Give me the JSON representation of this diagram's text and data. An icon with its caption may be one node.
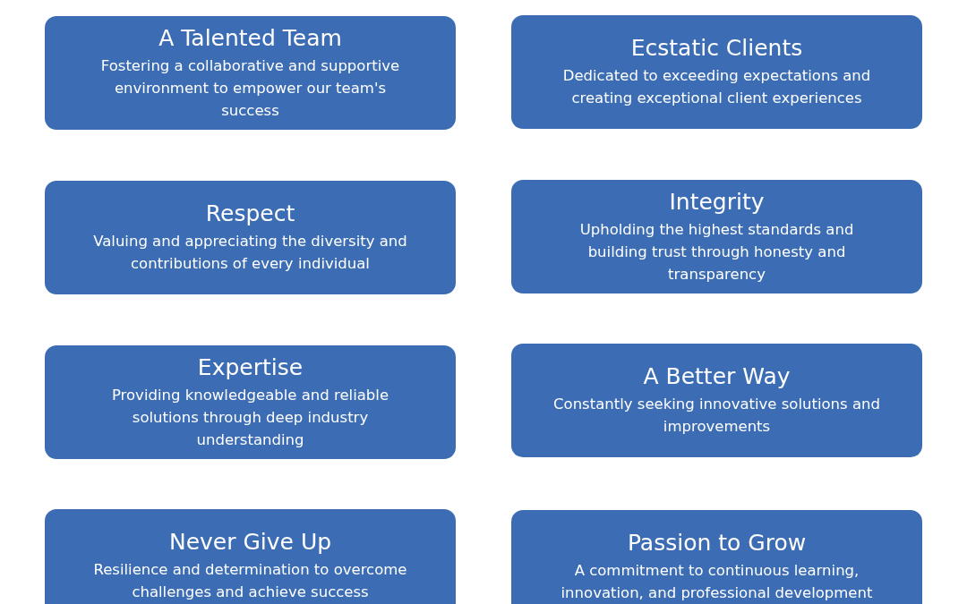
{
  "diagram": {
    "nodes": [
      {
        "text": [
          "A Talented Team",
          "Fostering a collaborative and supportive environment to empower our team's success"
        ]
      },
      {
        "text": [
          "Ecstatic Clients",
          "Dedicated to exceeding expectations and creating exceptional client experiences"
        ]
      },
      {
        "text": [
          "Respect",
          "Valuing and appreciating the diversity and contributions of every individual"
        ]
      },
      {
        "text": [
          "Integrity",
          "Upholding the highest standards and building trust through honesty and transparency"
        ]
      },
      {
        "text": [
          "Expertise",
          "Providing knowledgeable and reliable solutions through deep industry understanding"
        ]
      },
      {
        "text": [
          "A Better Way",
          "Constantly seeking innovative solutions and improvements"
        ]
      },
      {
        "text": [
          "Never Give Up",
          "Resilience and determination to overcome challenges and achieve success"
        ]
      },
      {
        "text": [
          "Passion to Grow",
          "A commitment to continuous learning, innovation, and professional development"
        ]
      }
    ]
  }
}
